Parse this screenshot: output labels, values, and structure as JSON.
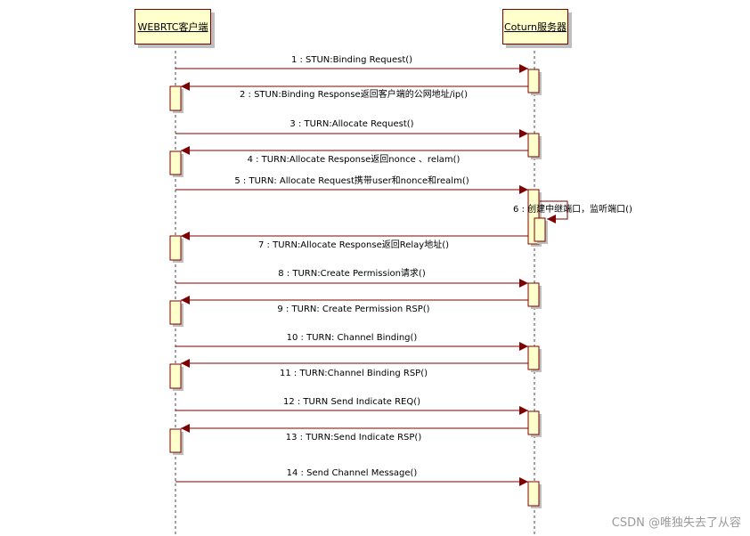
{
  "actors": {
    "client": "WEBRTC客户端",
    "server": "Coturn服务器"
  },
  "messages": [
    {
      "label": "1 : STUN:Binding Request()",
      "from": "client",
      "to": "server"
    },
    {
      "label": "2 : STUN:Binding Response返回客户端的公网地址/ip()",
      "from": "server",
      "to": "client"
    },
    {
      "label": "3 : TURN:Allocate Request()",
      "from": "client",
      "to": "server"
    },
    {
      "label": "4 : TURN:Allocate Response返回nonce 、relam()",
      "from": "server",
      "to": "client"
    },
    {
      "label": "5 : TURN: Allocate Request携带user和nonce和realm()",
      "from": "client",
      "to": "server"
    },
    {
      "label": "6 : 创建中继端口，监听端口()",
      "from": "server",
      "to": "server"
    },
    {
      "label": "7 : TURN:Allocate Response返回Relay地址()",
      "from": "server",
      "to": "client"
    },
    {
      "label": "8 : TURN:Create Permission请求()",
      "from": "client",
      "to": "server"
    },
    {
      "label": "9 : TURN: Create Permission RSP()",
      "from": "server",
      "to": "client"
    },
    {
      "label": "10 : TURN: Channel Binding()",
      "from": "client",
      "to": "server"
    },
    {
      "label": "11 : TURN:Channel Binding RSP()",
      "from": "server",
      "to": "client"
    },
    {
      "label": "12 : TURN Send Indicate REQ()",
      "from": "client",
      "to": "server"
    },
    {
      "label": "13 : TURN:Send Indicate RSP()",
      "from": "server",
      "to": "client"
    },
    {
      "label": "14 : Send Channel Message()",
      "from": "client",
      "to": "server"
    }
  ],
  "watermark": "CSDN @唯独失去了从容",
  "colors": {
    "line": "#7f0000",
    "actor_fill": "#ffffcc",
    "activation_fill": "#ffffcc",
    "shadow": "#bfbfbf"
  }
}
